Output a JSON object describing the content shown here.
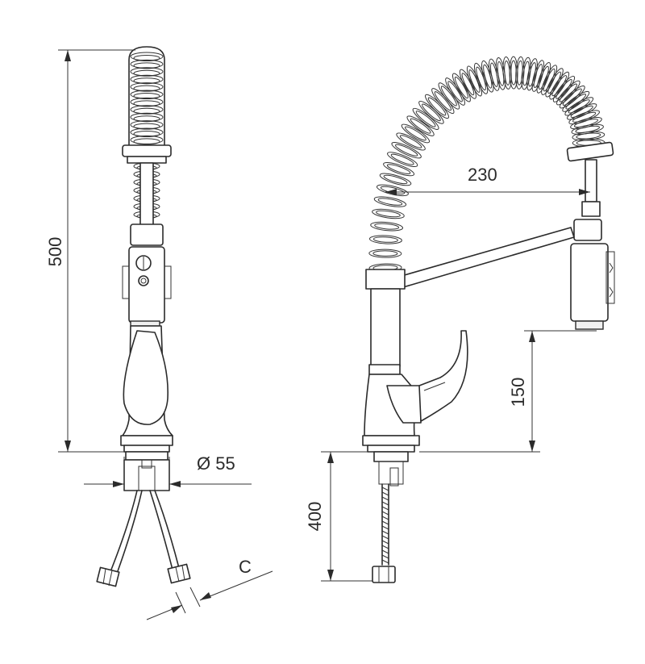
{
  "drawing": {
    "dimensions": {
      "height_total": "500",
      "spout_reach": "230",
      "spout_clearance": "150",
      "base_diameter": "Ø 55",
      "hose_length": "400",
      "hose_connection": "C"
    }
  }
}
